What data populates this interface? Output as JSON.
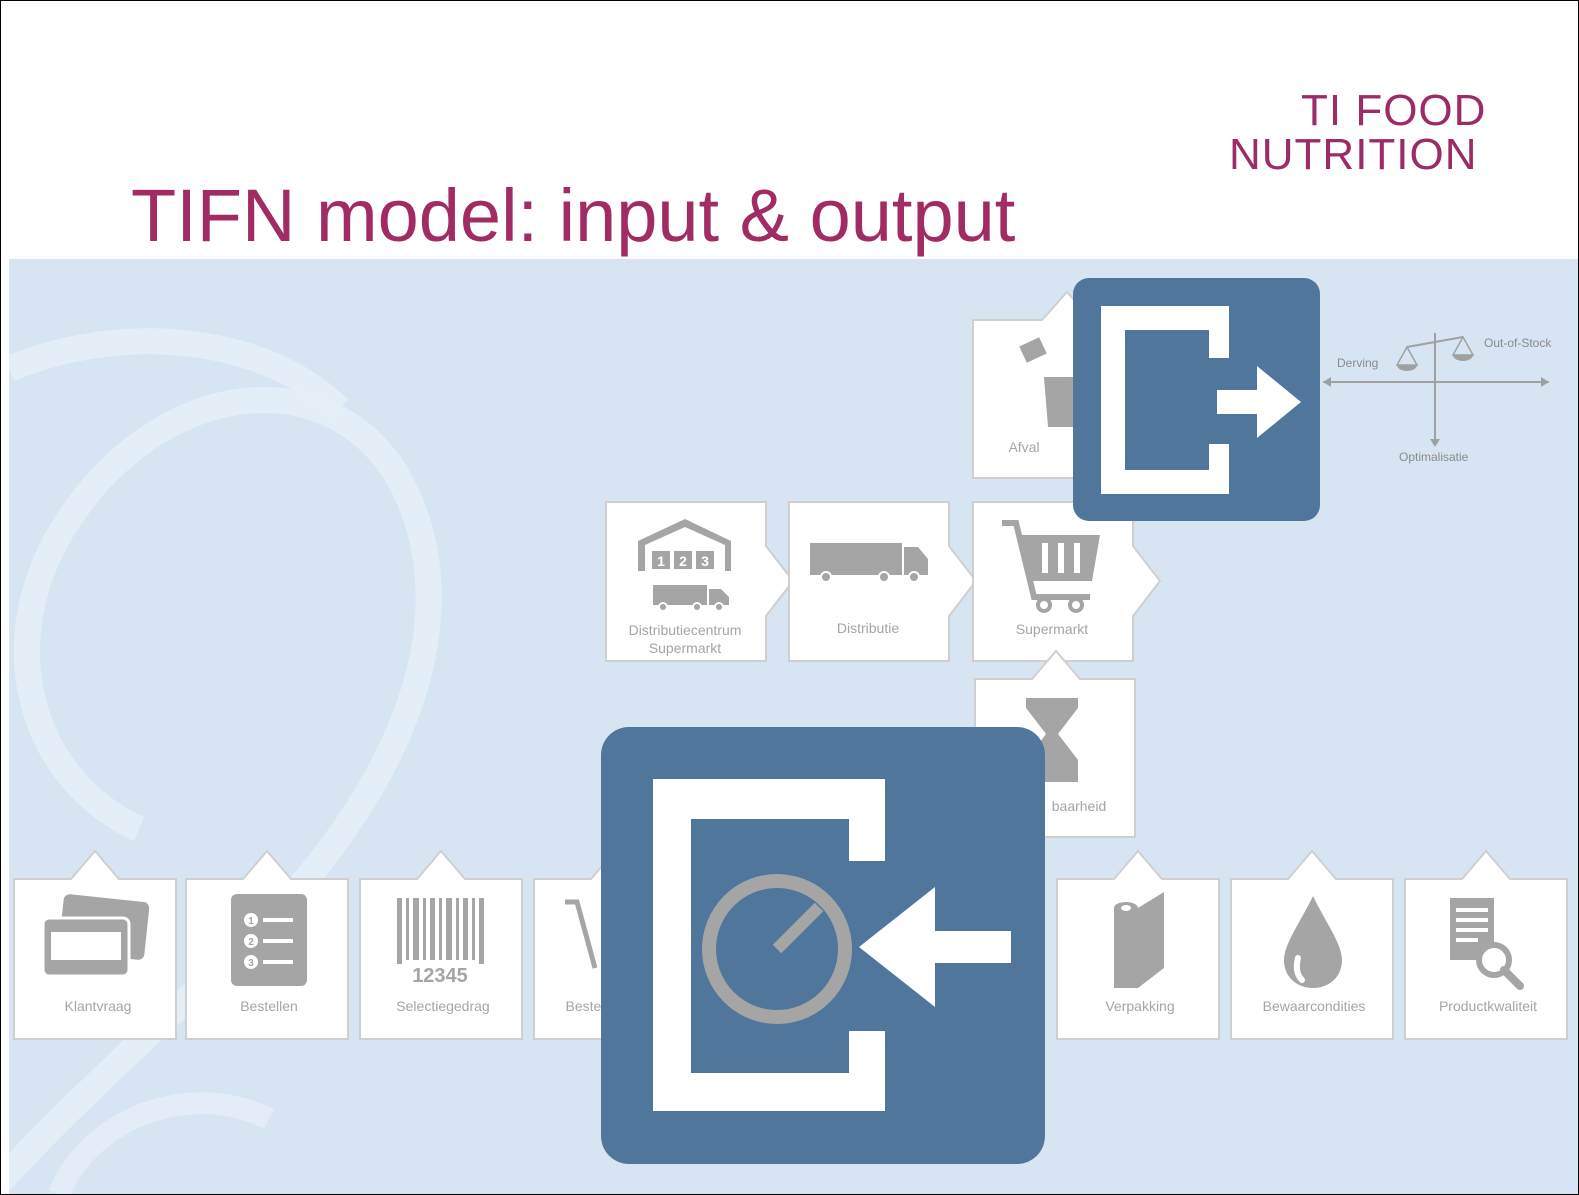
{
  "slide": {
    "title": "TIFN model: input & output",
    "logo": {
      "line1": "TI FOOD",
      "line2": "NUTRITION"
    }
  },
  "colors": {
    "title": "#a02c63",
    "background": "#d7e5f2",
    "icon_blue": "#50769b",
    "tile_gray": "#a5a5a5"
  },
  "chain_tiles": [
    {
      "label": "Distributiecentrum Supermarkt",
      "icon": "warehouse-icon"
    },
    {
      "label": "Distributie",
      "icon": "truck-icon"
    },
    {
      "label": "Supermarkt",
      "icon": "cart-icon"
    }
  ],
  "side_tiles": [
    {
      "label": "Afval",
      "icon": "trash-icon"
    },
    {
      "label": "baarheid",
      "icon": "hourglass-icon"
    }
  ],
  "bottom_tiles": [
    {
      "label": "Klantvraag",
      "icon": "credit-card-icon"
    },
    {
      "label": "Bestellen",
      "icon": "numbered-list-icon"
    },
    {
      "label": "Selectiegedrag",
      "icon": "barcode-icon"
    },
    {
      "label": "Bestel",
      "icon": "cart-icon"
    },
    {
      "label": "Verpakking",
      "icon": "roll-icon"
    },
    {
      "label": "Bewaarcondities",
      "icon": "drop-icon"
    },
    {
      "label": "Productkwaliteit",
      "icon": "document-search-icon"
    }
  ],
  "barcode_digits": "12345",
  "list_numbers": [
    "1",
    "2",
    "3"
  ],
  "warehouse_numbers": [
    "1",
    "2",
    "3"
  ],
  "balance": {
    "left": "Derving",
    "right": "Out-of-Stock",
    "bottom": "Optimalisatie"
  },
  "icons": {
    "output": "output-export-icon",
    "input": "input-import-icon"
  }
}
